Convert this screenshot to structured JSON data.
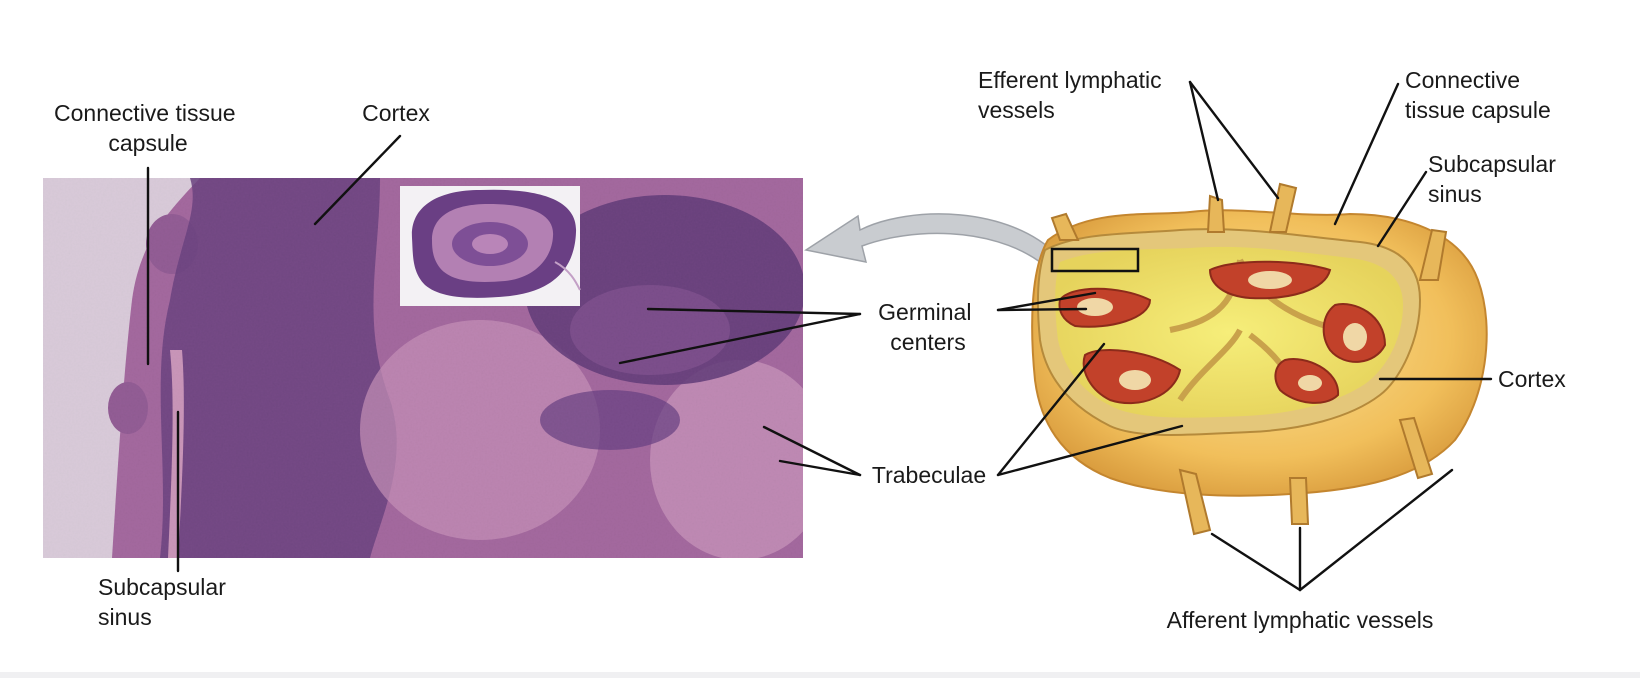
{
  "left_panel": {
    "labels": {
      "connective_tissue_capsule": [
        "Connective tissue",
        "capsule"
      ],
      "cortex": "Cortex",
      "subcapsular_sinus": [
        "Subcapsular",
        "sinus"
      ]
    }
  },
  "center_labels": {
    "germinal_centers": [
      "Germinal",
      "centers"
    ],
    "trabeculae": "Trabeculae"
  },
  "right_panel": {
    "labels": {
      "efferent_lymphatic_vessels": [
        "Efferent lymphatic",
        "vessels"
      ],
      "connective_tissue_capsule": [
        "Connective",
        "tissue capsule"
      ],
      "subcapsular_sinus": [
        "Subcapsular",
        "sinus"
      ],
      "cortex": "Cortex",
      "afferent_lymphatic_vessels": "Afferent lymphatic vessels"
    }
  },
  "colors": {
    "tissue_base": "#a56aa0",
    "tissue_dark": "#4e2f6e",
    "tissue_light": "#d9a9c6",
    "node_capsule": "#f2c35f",
    "node_inner": "#eee26a",
    "germinal_red": "#c2412a",
    "arrow_gray": "#c9ccd0"
  }
}
